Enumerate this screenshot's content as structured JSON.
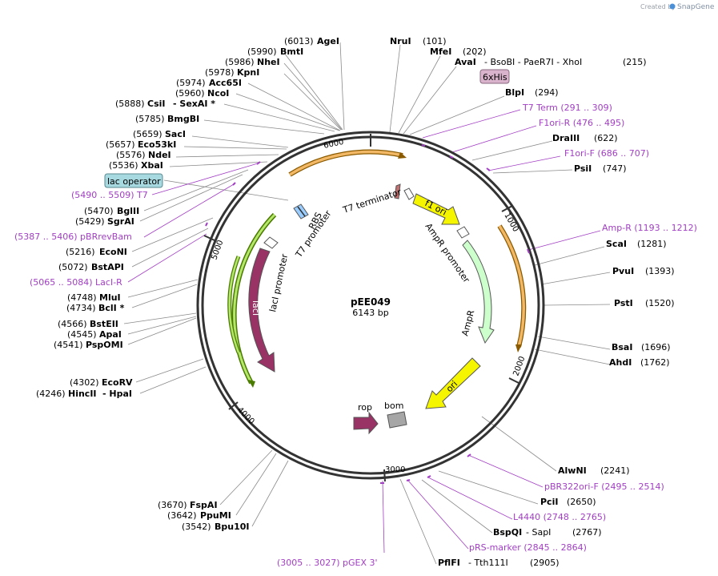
{
  "watermark": {
    "created_by": "Created by",
    "brand": "SnapGene"
  },
  "plasmid": {
    "name": "pEE049",
    "size": "6143 bp"
  },
  "ticks": [
    "1000",
    "2000",
    "3000",
    "4000",
    "5000",
    "6000"
  ],
  "features": [
    {
      "id": "f1ori",
      "label": "f1 ori",
      "color": "#f5f500"
    },
    {
      "id": "ampr-promoter",
      "label": "AmpR promoter",
      "color": "#000000"
    },
    {
      "id": "ampr",
      "label": "AmpR",
      "color": "#ccffcc"
    },
    {
      "id": "ori",
      "label": "ori",
      "color": "#f5f500"
    },
    {
      "id": "rop",
      "label": "rop",
      "color": "#993366"
    },
    {
      "id": "bom",
      "label": "bom",
      "color": "#a6a6a6"
    },
    {
      "id": "laci",
      "label": "lacI",
      "color": "#993366"
    },
    {
      "id": "laci-promoter",
      "label": "lacI promoter",
      "color": "#ffffff"
    },
    {
      "id": "t7-promoter",
      "label": "T7 promoter",
      "color": "#ffffff"
    },
    {
      "id": "rbs",
      "label": "RBS",
      "color": "#99ccff"
    },
    {
      "id": "t7-terminator",
      "label": "T7 terminator",
      "color": "#c8c8c8"
    }
  ],
  "boxed_features": [
    {
      "id": "6xhis",
      "label": "6xHis",
      "color": "#d9b3cc"
    },
    {
      "id": "lac-operator",
      "label": "lac operator",
      "color": "#a6d9e0"
    }
  ],
  "right_labels": [
    {
      "id": "nrui",
      "pos": "(101)",
      "name": "NruI"
    },
    {
      "id": "mfei",
      "pos": "(202)",
      "name": "MfeI"
    },
    {
      "id": "avai",
      "name": "AvaI",
      "extra": "-  BsoBI  -  PaeR7I  -  XhoI",
      "pos": "(215)"
    },
    {
      "id": "blpi",
      "name": "BlpI",
      "pos": "(294)"
    },
    {
      "id": "t7term",
      "primer": "T7 Term     (291 .. 309)"
    },
    {
      "id": "f1ori-r",
      "primer": "F1ori-R    (476 .. 495)"
    },
    {
      "id": "draiii",
      "name": "DraIII",
      "pos": "(622)"
    },
    {
      "id": "f1ori-f",
      "primer": "F1ori-F    (686 .. 707)"
    },
    {
      "id": "psti",
      "name": "PsiI",
      "pos": "(747)"
    },
    {
      "id": "amp-r",
      "primer": "Amp-R    (1193 .. 1212)"
    },
    {
      "id": "scai",
      "name": "ScaI",
      "pos": "(1281)"
    },
    {
      "id": "pvui",
      "name": "PvuI",
      "pos": "(1393)"
    },
    {
      "id": "psti2",
      "name": "PstI",
      "pos": "(1520)"
    },
    {
      "id": "bsai",
      "name": "BsaI",
      "pos": "(1696)"
    },
    {
      "id": "ahdi",
      "name": "AhdI",
      "pos": "(1762)"
    },
    {
      "id": "alwni",
      "name": "AlwNI",
      "pos": "(2241)"
    },
    {
      "id": "pbr322ori",
      "primer": "pBR322ori-F    (2495 .. 2514)"
    },
    {
      "id": "pcii",
      "name": "PciI",
      "pos": "(2650)"
    },
    {
      "id": "l4440",
      "primer": "L4440    (2748 .. 2765)"
    },
    {
      "id": "bspqi",
      "name": "BspQI",
      "extra": "-  SapI",
      "pos": "(2767)"
    },
    {
      "id": "prs-marker",
      "primer": "pRS-marker    (2845 .. 2864)"
    },
    {
      "id": "pflfi",
      "name": "PflFI",
      "extra": "-  Tth111I",
      "pos": "(2905)"
    }
  ],
  "left_labels": [
    {
      "id": "agei",
      "pos": "(6013)",
      "name": "AgeI"
    },
    {
      "id": "bmti",
      "pos": "(5990)",
      "name": "BmtI"
    },
    {
      "id": "nhei",
      "pos": "(5986)",
      "name": "NheI"
    },
    {
      "id": "kpni",
      "pos": "(5978)",
      "name": "KpnI"
    },
    {
      "id": "acc65i",
      "pos": "(5974)",
      "name": "Acc65I"
    },
    {
      "id": "ncoi",
      "pos": "(5960)",
      "name": "NcoI"
    },
    {
      "id": "csii",
      "pos": "(5888)",
      "name": "CsiI",
      "extra": "-  SexAI *"
    },
    {
      "id": "bmgbi",
      "pos": "(5785)",
      "name": "BmgBI"
    },
    {
      "id": "saci",
      "pos": "(5659)",
      "name": "SacI"
    },
    {
      "id": "eco53ki",
      "pos": "(5657)",
      "name": "Eco53kI"
    },
    {
      "id": "ndei",
      "pos": "(5576)",
      "name": "NdeI"
    },
    {
      "id": "xbai",
      "pos": "(5536)",
      "name": "XbaI"
    },
    {
      "id": "t7",
      "primer": "(5490 .. 5509)  T7"
    },
    {
      "id": "bglii",
      "pos": "(5470)",
      "name": "BglII"
    },
    {
      "id": "sgrai",
      "pos": "(5429)",
      "name": "SgrAI"
    },
    {
      "id": "pbrrevbam",
      "primer": "(5387 .. 5406)  pBRrevBam"
    },
    {
      "id": "econi",
      "pos": "(5216)",
      "name": "EcoNI"
    },
    {
      "id": "bstapi",
      "pos": "(5072)",
      "name": "BstAPI"
    },
    {
      "id": "laci-r",
      "primer": "(5065 .. 5084)  LacI-R"
    },
    {
      "id": "mlui",
      "pos": "(4748)",
      "name": "MluI"
    },
    {
      "id": "bcli",
      "pos": "(4734)",
      "name": "BclI *"
    },
    {
      "id": "bsteii",
      "pos": "(4566)",
      "name": "BstEII"
    },
    {
      "id": "apai",
      "pos": "(4545)",
      "name": "ApaI"
    },
    {
      "id": "pspomi",
      "pos": "(4541)",
      "name": "PspOMI"
    },
    {
      "id": "ecorv",
      "pos": "(4302)",
      "name": "EcoRV"
    },
    {
      "id": "hincii",
      "pos": "(4246)",
      "name": "HincII",
      "extra": "-  HpaI"
    },
    {
      "id": "fspai",
      "pos": "(3670)",
      "name": "FspAI"
    },
    {
      "id": "ppumi",
      "pos": "(3642)",
      "name": "PpuMI"
    },
    {
      "id": "bpu10i",
      "pos": "(3542)",
      "name": "Bpu10I"
    },
    {
      "id": "pgex3",
      "primer": "(3005 .. 3027)  pGEX 3'"
    }
  ]
}
